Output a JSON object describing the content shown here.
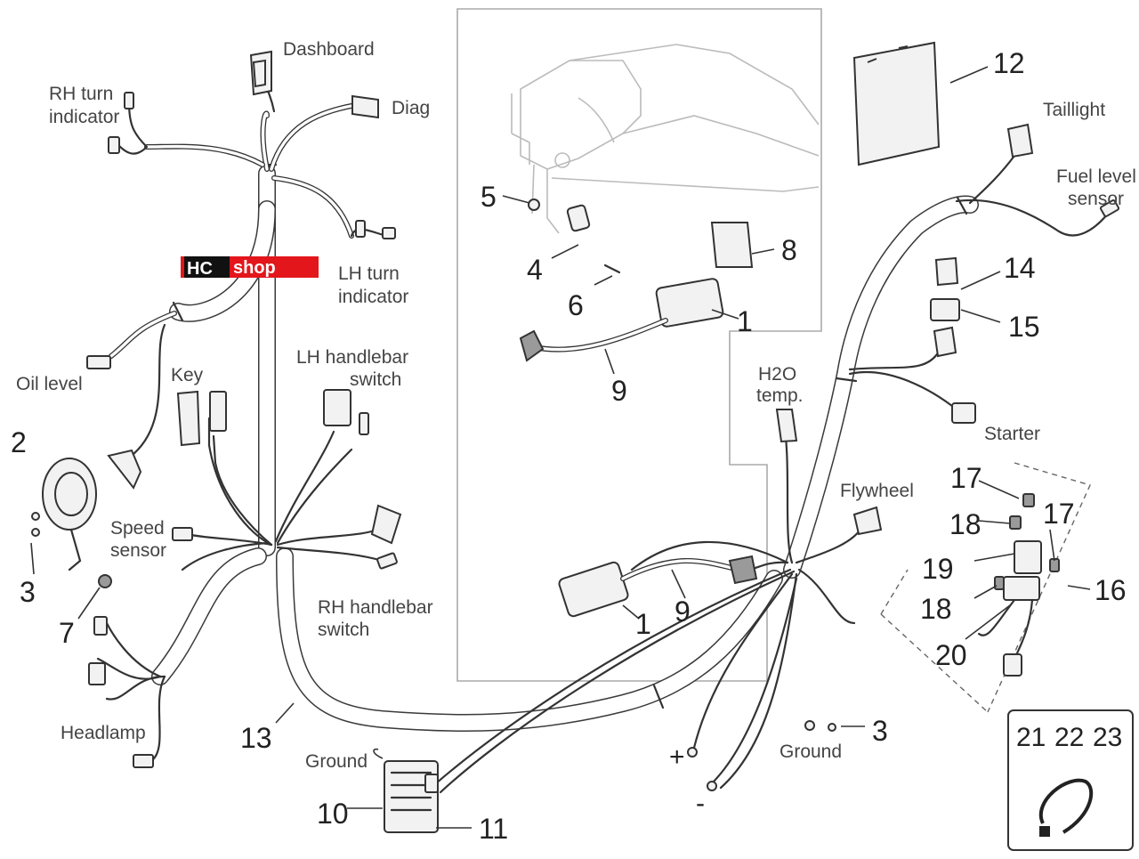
{
  "diagram": {
    "labels": {
      "dashboard": "Dashboard",
      "diag": "Diag",
      "rh_turn_1": "RH turn",
      "rh_turn_2": "indicator",
      "lh_turn_1": "LH turn",
      "lh_turn_2": "indicator",
      "oil_level": "Oil level",
      "key": "Key",
      "lh_switch_1": "LH handlebar",
      "lh_switch_2": "switch",
      "speed_1": "Speed",
      "speed_2": "sensor",
      "rh_switch_1": "RH handlebar",
      "rh_switch_2": "switch",
      "headlamp": "Headlamp",
      "ground_left": "Ground",
      "ground_right": "Ground",
      "h2o_1": "H2O",
      "h2o_2": "temp.",
      "flywheel": "Flywheel",
      "taillight": "Taillight",
      "fuel_1": "Fuel level",
      "fuel_2": "sensor",
      "starter": "Starter",
      "plus": "+",
      "minus": "-"
    },
    "logo": {
      "left": "HC",
      "right": "shop",
      "color": "#e3161b"
    },
    "numbers": {
      "n1a": "1",
      "n1b": "1",
      "n2": "2",
      "n3a": "3",
      "n3b": "3",
      "n4": "4",
      "n5": "5",
      "n6": "6",
      "n7": "7",
      "n8": "8",
      "n9a": "9",
      "n9b": "9",
      "n10": "10",
      "n11": "11",
      "n12": "12",
      "n13": "13",
      "n14": "14",
      "n15": "15",
      "n16": "16",
      "n17a": "17",
      "n17b": "17",
      "n18a": "18",
      "n18b": "18",
      "n19": "19",
      "n20": "20"
    },
    "kit_box": {
      "n21": "21",
      "n22": "22",
      "n23": "23"
    }
  }
}
